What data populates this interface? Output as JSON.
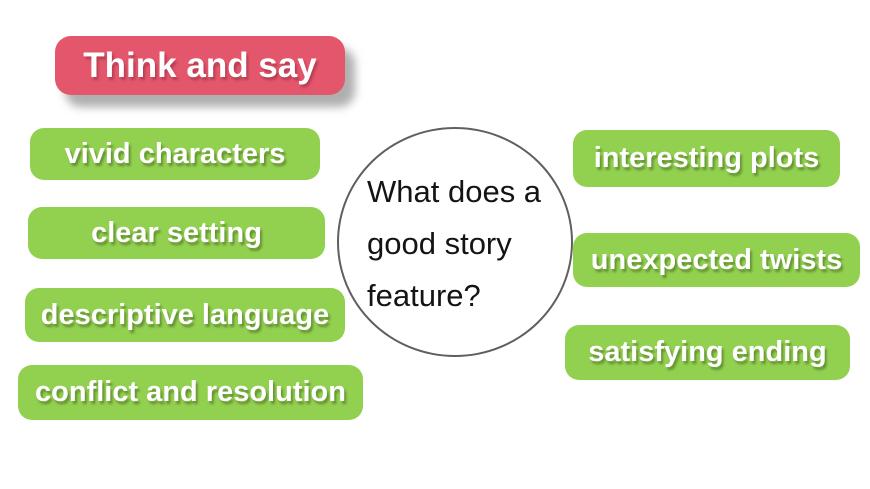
{
  "colors": {
    "pill_green": "#92d050",
    "title_pink": "#e4566b",
    "circle_border": "#5f5f5f",
    "pill_text": "#ffffff",
    "question_text": "#141414"
  },
  "title": {
    "label": "Think and say"
  },
  "question_circle": {
    "lines": [
      "What does a",
      "good story",
      "feature?"
    ]
  },
  "left_items": [
    {
      "label": "vivid characters"
    },
    {
      "label": "clear setting"
    },
    {
      "label": "descriptive language"
    },
    {
      "label": "conflict and resolution"
    }
  ],
  "right_items": [
    {
      "label": "interesting plots"
    },
    {
      "label": "unexpected twists"
    },
    {
      "label": "satisfying ending"
    }
  ]
}
